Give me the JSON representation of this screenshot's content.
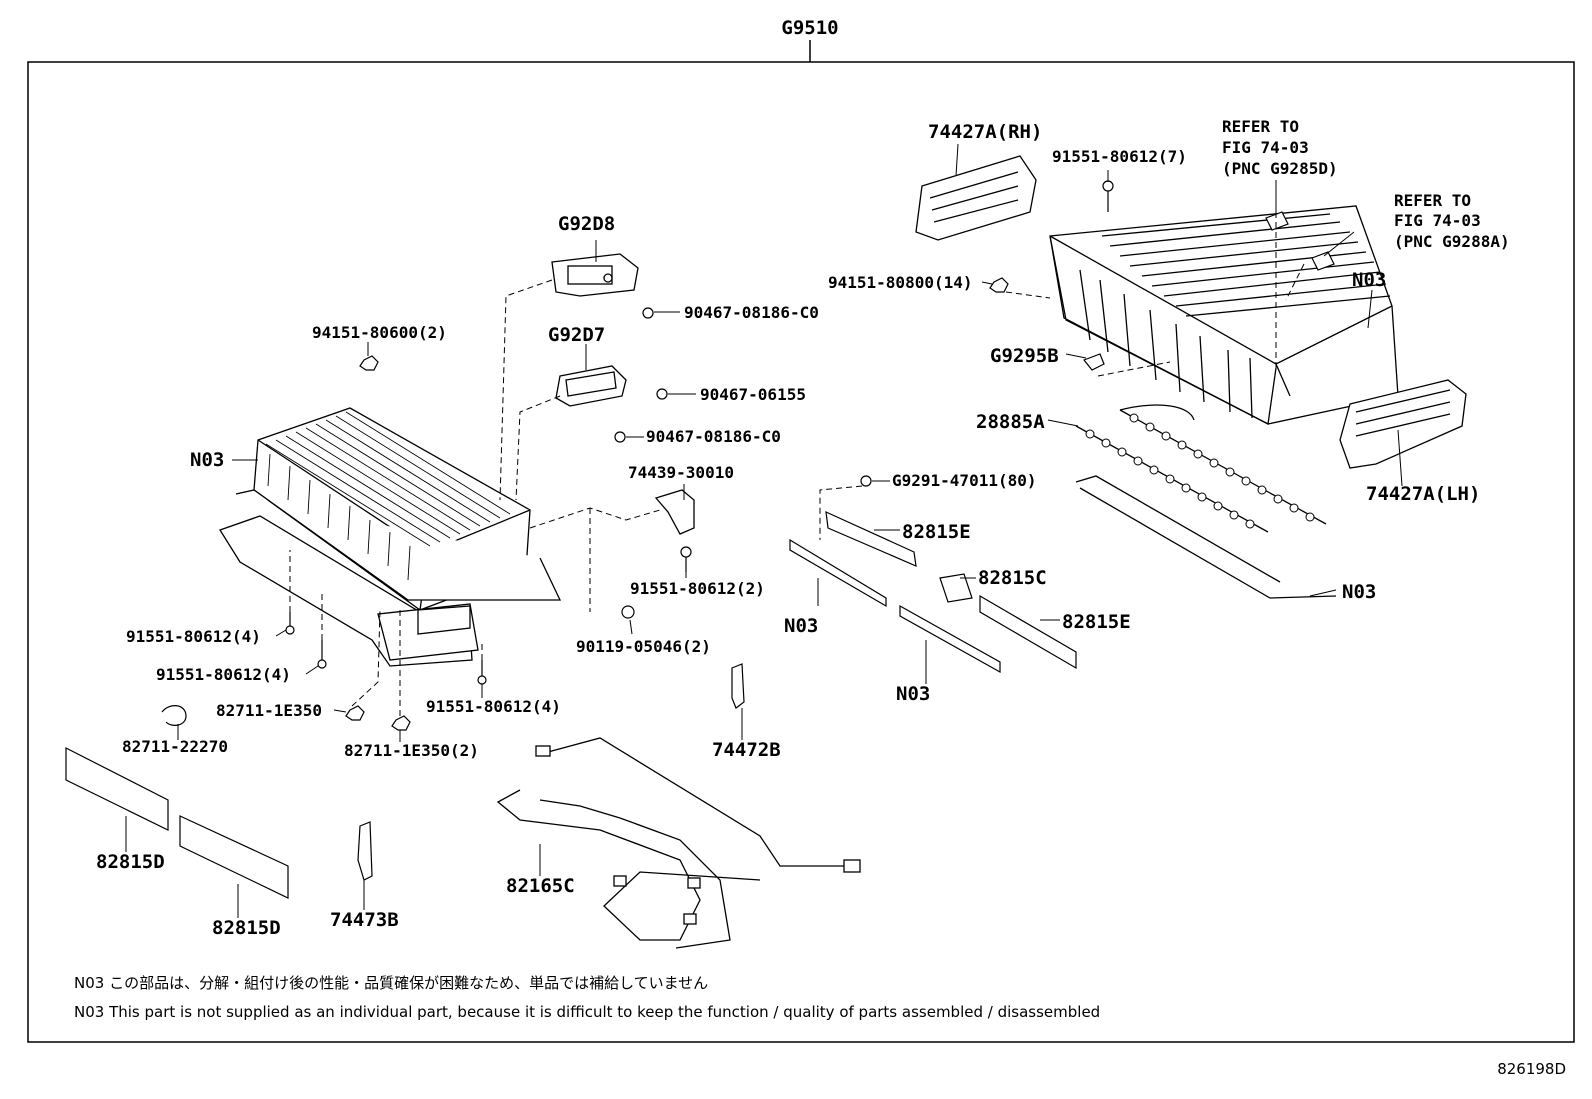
{
  "header": {
    "title": "G9510"
  },
  "labels": {
    "l_74427a_rh": "74427A(RH)",
    "l_refer1_a": "REFER TO",
    "l_refer1_b": "FIG 74-03",
    "l_refer1_c": "(PNC G9285D)",
    "l_refer2_a": "REFER TO",
    "l_refer2_b": "FIG 74-03",
    "l_refer2_c": "(PNC G9288A)",
    "l_91551_7": "91551-80612(7)",
    "l_94151_14": "94151-80800(14)",
    "l_n03_tray": "N03",
    "l_g9295b": "G9295B",
    "l_28885a": "28885A",
    "l_74427a_lh": "74427A(LH)",
    "l_n03_rod": "N03",
    "l_g92d8": "G92D8",
    "l_90467_c0_a": "90467-08186-C0",
    "l_g92d7": "G92D7",
    "l_90467_06155": "90467-06155",
    "l_90467_c0_b": "90467-08186-C0",
    "l_94151_2": "94151-80600(2)",
    "l_n03_block": "N03",
    "l_74439": "74439-30010",
    "l_g9291": "G9291-47011(80)",
    "l_82815e_a": "82815E",
    "l_82815c": "82815C",
    "l_82815e_b": "82815E",
    "l_n03_bus_a": "N03",
    "l_n03_bus_b": "N03",
    "l_91551_2": "91551-80612(2)",
    "l_90119": "90119-05046(2)",
    "l_91551_4a": "91551-80612(4)",
    "l_91551_4b": "91551-80612(4)",
    "l_91551_4c": "91551-80612(4)",
    "l_82711_1e350": "82711-1E350",
    "l_82711_1e350_2": "82711-1E350(2)",
    "l_82711_22270": "82711-22270",
    "l_74472b": "74472B",
    "l_82815d_a": "82815D",
    "l_82815d_b": "82815D",
    "l_74473b": "74473B",
    "l_82165c": "82165C"
  },
  "footnotes": {
    "jp": "N03 この部品は、分解・組付け後の性能・品質確保が困難なため、単品では補給していません",
    "en": "N03 This part is not supplied as an individual part, because it is difficult to keep the function / quality of parts assembled / disassembled"
  },
  "illustration_code": "826198D"
}
